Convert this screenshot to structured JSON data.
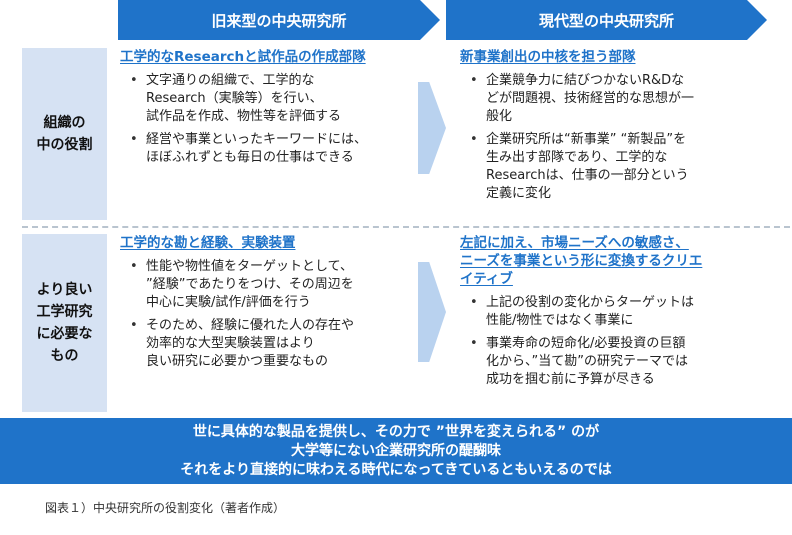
{
  "headers": {
    "old": "旧来型の中央研究所",
    "new": "現代型の中央研究所"
  },
  "rows": {
    "org_role": {
      "label": "組織の\n中の役割",
      "old": {
        "title": "工学的なResearchと試作品の作成部隊",
        "bullets": [
          "文字通りの組織で、工学的な\nResearch（実験等）を行い、\n試作品を作成、物性等を評価する",
          "経営や事業といったキーワードには、\nほぼふれずとも毎日の仕事はできる"
        ]
      },
      "new": {
        "title": "新事業創出の中核を担う部隊",
        "bullets": [
          "企業競争力に結びつかないR&Dな\nどが問題視、技術経営的な思想が一\n般化",
          "企業研究所は“新事業” “新製品”を\n生み出す部隊であり、工学的な\nResearchは、仕事の一部分という\n定義に変化"
        ]
      }
    },
    "better_research": {
      "label": "より良い\n工学研究\nに必要な\nもの",
      "old": {
        "title": "工学的な勘と経験、実験装置",
        "bullets": [
          "性能や物性値をターゲットとして、\n”経験”であたりをつけ、その周辺を\n中心に実験/試作/評価を行う",
          "そのため、経験に優れた人の存在や\n効率的な大型実験装置はより\n良い研究に必要かつ重要なもの"
        ]
      },
      "new": {
        "title": "左記に加え、市場ニーズへの敏感さ、\nニーズを事業という形に変換するクリエ\nイティブ",
        "bullets": [
          "上記の役割の変化からターゲットは\n性能/物性ではなく事業に",
          "事業寿命の短命化/必要投資の巨額\n化から、”当て勘”の研究テーマでは\n成功を掴む前に予算が尽きる"
        ]
      }
    }
  },
  "conclusion": [
    "世に具体的な製品を提供し、その力で ”世界を変えられる” のが",
    "大学等にない企業研究所の醍醐味",
    "それをより直接的に味わえる時代になってきているともいえるのでは"
  ],
  "caption": "図表１）中央研究所の役割変化（著者作成）",
  "colors": {
    "accent": "#1f73c9",
    "label_bg": "#d6e2f3",
    "arrow": "#b9d2ef"
  }
}
